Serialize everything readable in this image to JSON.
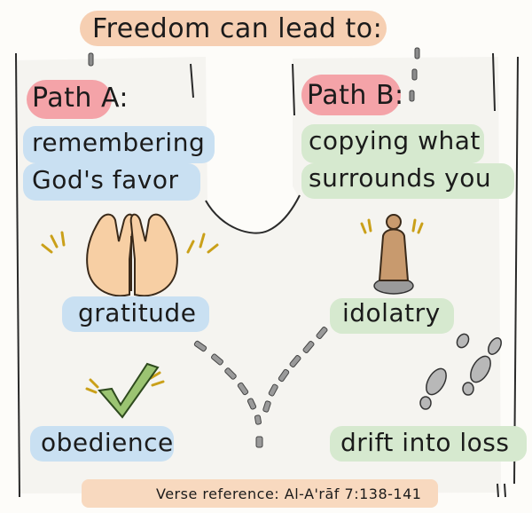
{
  "title": "Freedom can lead to:",
  "path_a": {
    "heading": "Path A:",
    "subtitle_line1": "remembering",
    "subtitle_line2": "God's favor",
    "step1": "gratitude",
    "step2": "obedience"
  },
  "path_b": {
    "heading": "Path B:",
    "subtitle_line1": "copying what",
    "subtitle_line2": "surrounds you",
    "step1": "idolatry",
    "step2": "drift into loss"
  },
  "footer": "Verse reference: Al-A'rāf 7:138-141",
  "icons": [
    "praying-hands-icon",
    "statue-icon",
    "checkmark-icon",
    "footprints-icon"
  ],
  "colors": {
    "peach": "#f6cfb2",
    "pink": "#f4a3a8",
    "blue": "#c9e0f2",
    "green": "#d6e9cf",
    "footer": "#f8d9bf"
  }
}
